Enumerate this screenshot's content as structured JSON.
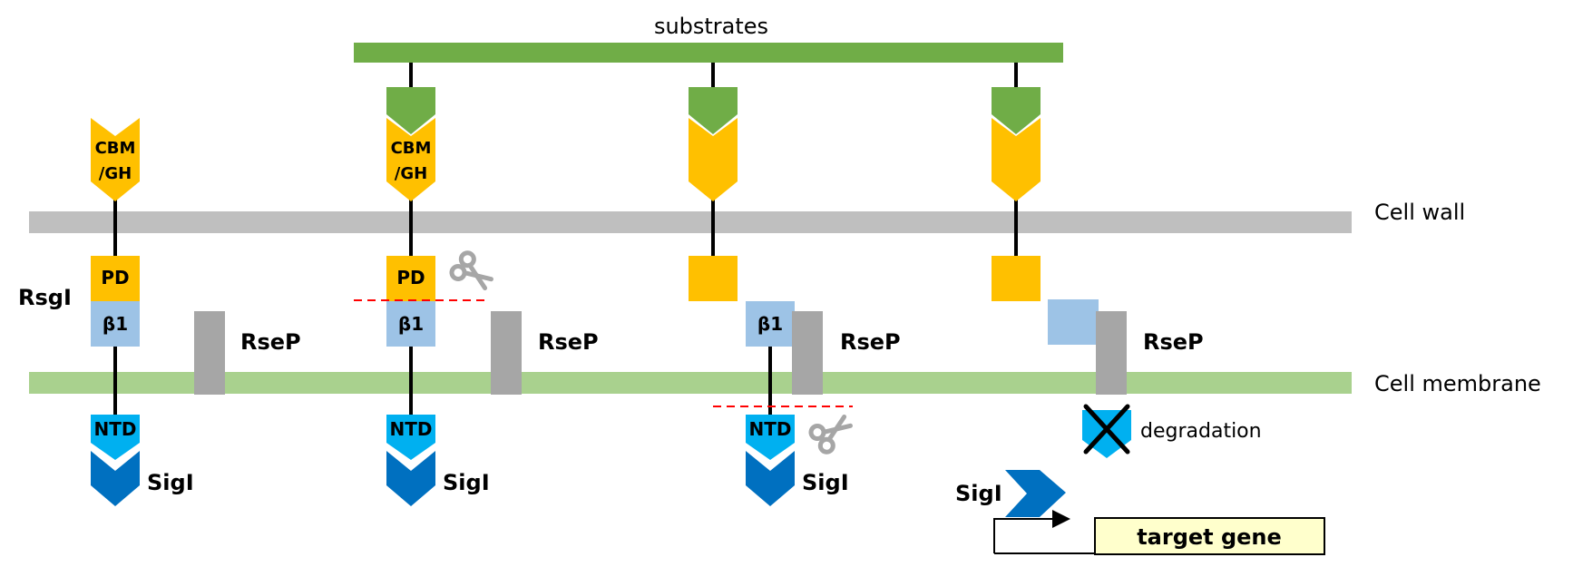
{
  "labels": {
    "substrates": "substrates",
    "cell_wall": "Cell wall",
    "cell_membrane": "Cell membrane",
    "rsgi": "RsgI",
    "rsep": "RseP",
    "sigi": "SigI",
    "degradation": "degradation",
    "target_gene": "target gene",
    "cbm_line1": "CBM",
    "cbm_line2": "/GH",
    "pd": "PD",
    "beta1": "β1",
    "ntd": "NTD"
  },
  "colors": {
    "substrate_green": "#70ad47",
    "cell_wall_gray": "#bfbfbf",
    "membrane_green": "#a9d18e",
    "domain_orange": "#ffc000",
    "beta_blue": "#9dc3e6",
    "rsep_gray": "#a6a6a6",
    "ntd_cyan": "#00b0f0",
    "sigi_blue": "#0070c0",
    "cut_red": "#ff0000",
    "gene_yellow": "#ffffcc",
    "scissors_gray": "#a6a6a6"
  },
  "icons": {
    "scissors": "scissors-icon",
    "cross": "cross-icon",
    "arrow": "arrow-icon"
  }
}
